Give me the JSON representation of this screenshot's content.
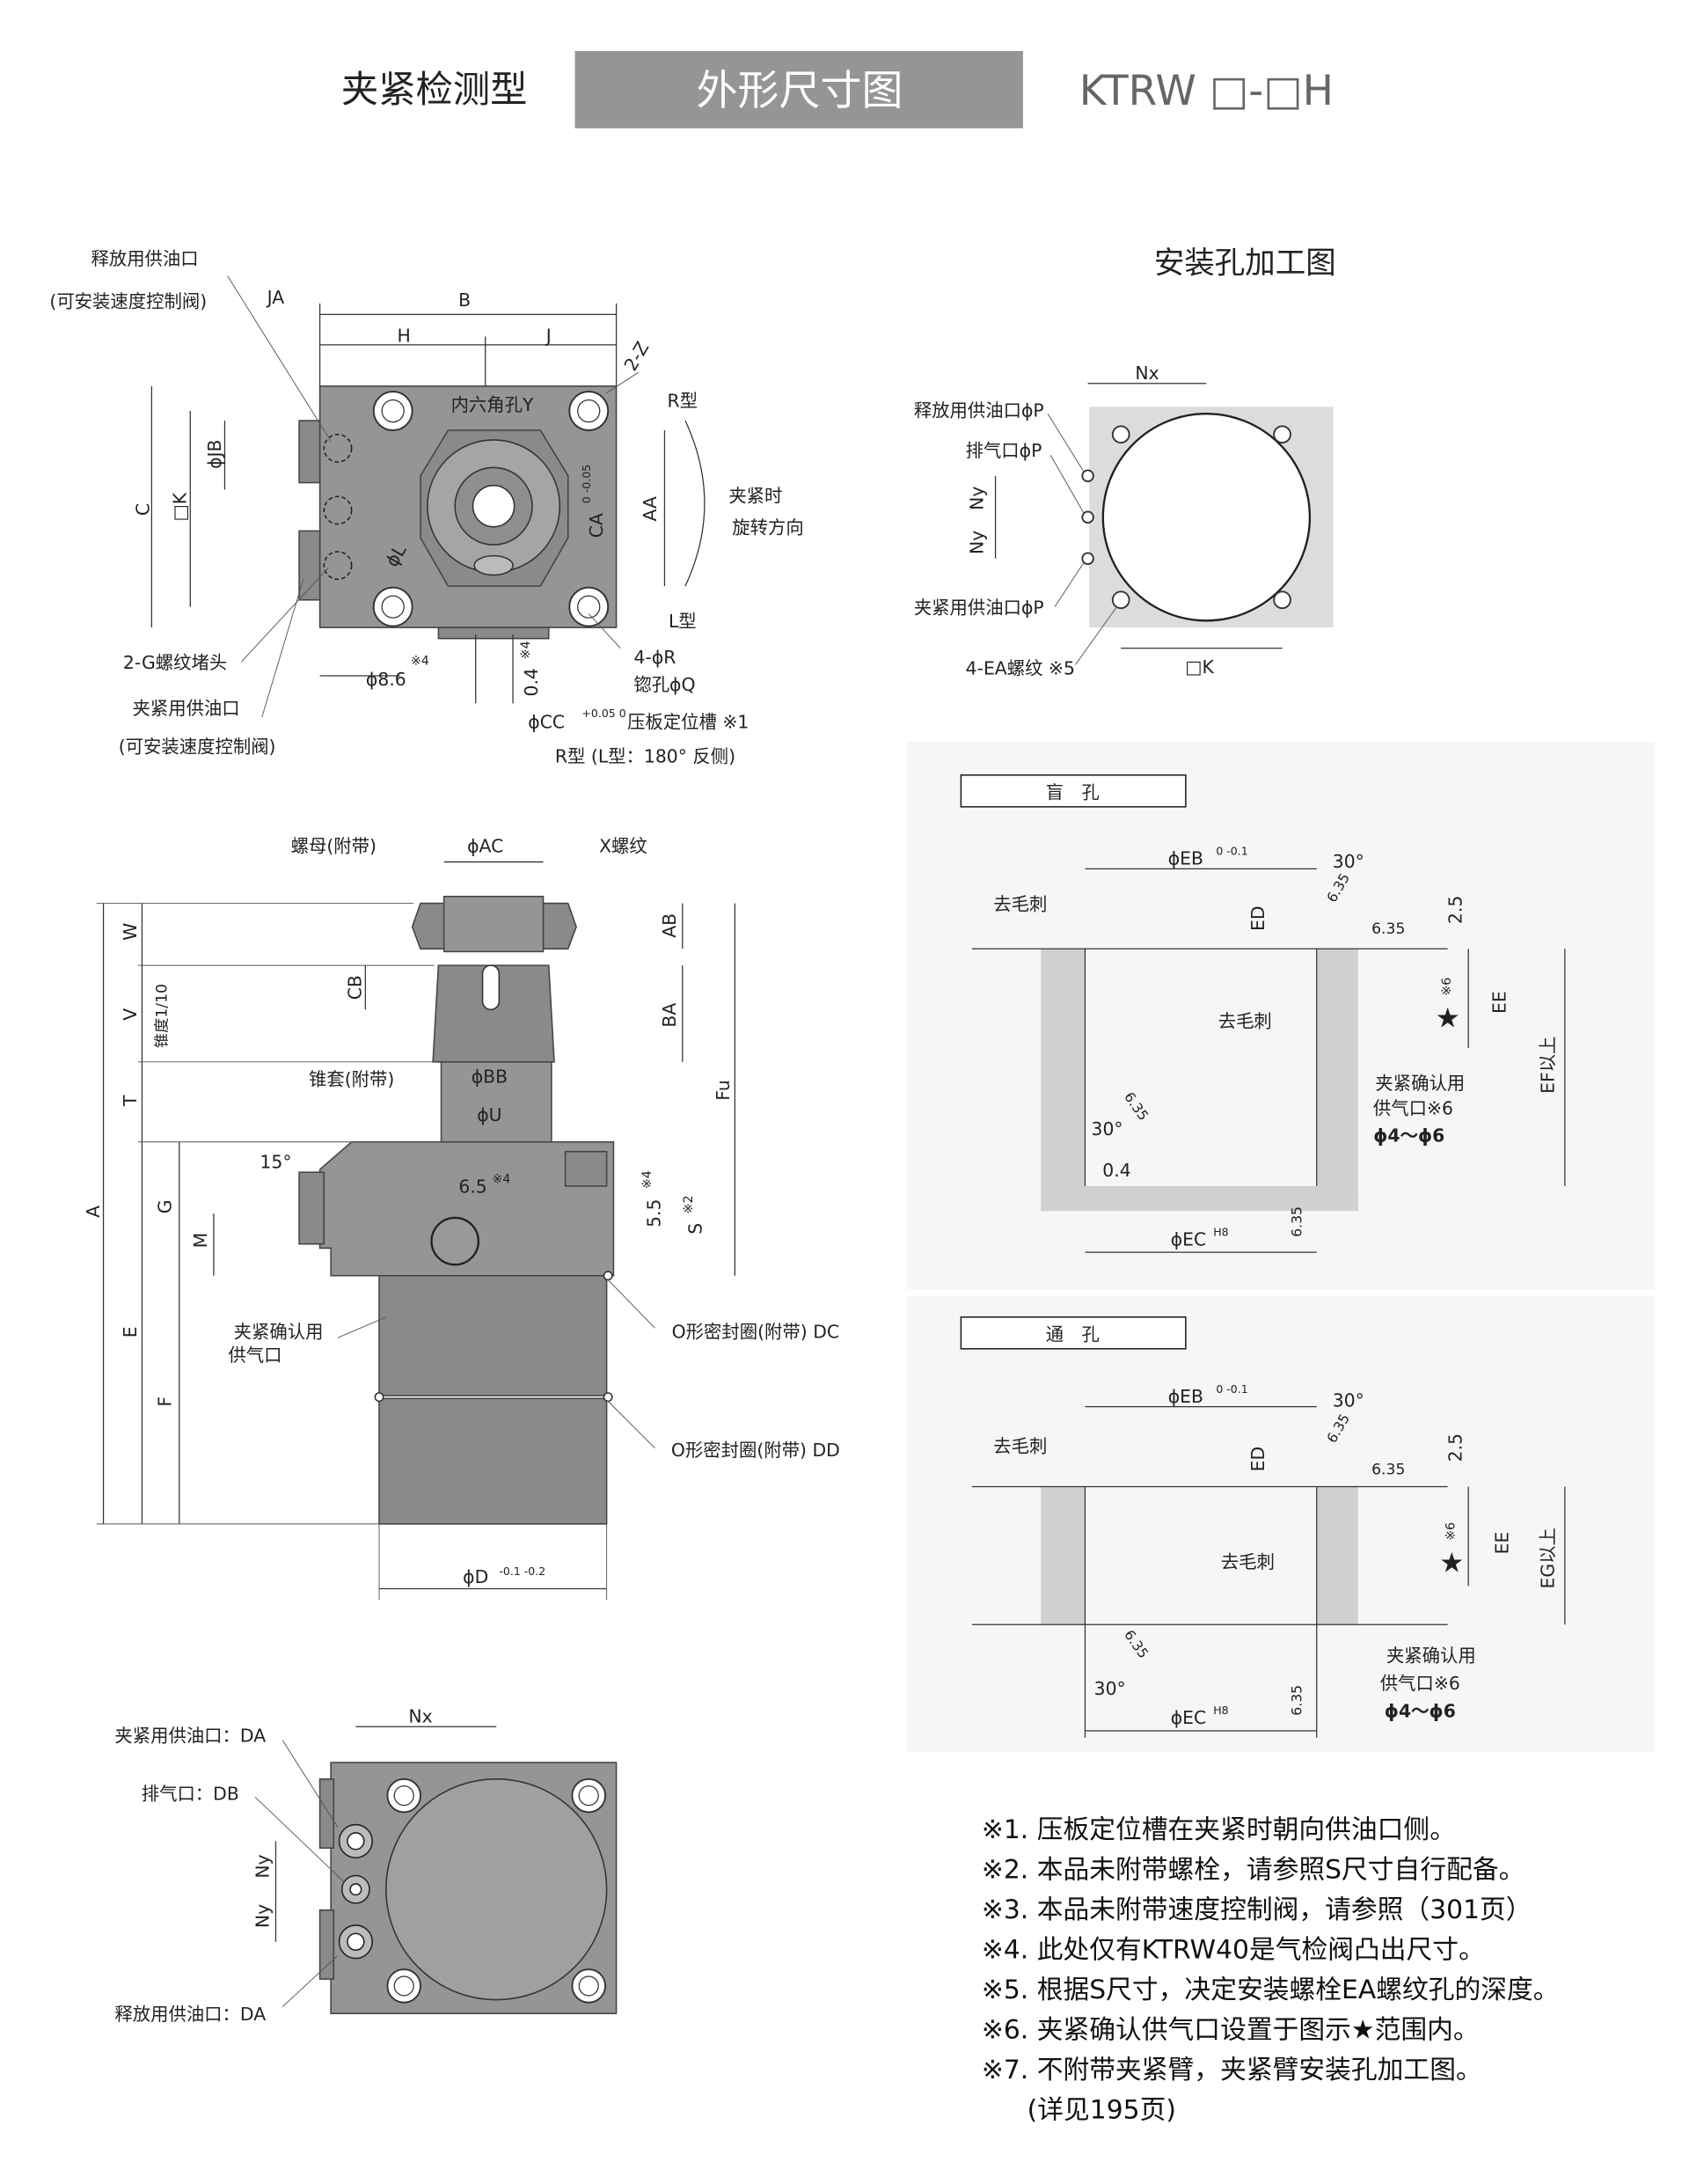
{
  "header": {
    "category": "夹紧检测型",
    "title": "外形尺寸图",
    "model": "KTRW □-□H"
  },
  "top_view": {
    "release_port": "释放用供油口",
    "release_port_note": "(可安装速度控制阀)",
    "JA": "JA",
    "B": "B",
    "H": "H",
    "J": "J",
    "Z": "2-Z",
    "hex_socket": "内六角孔Y",
    "r_type": "R型",
    "l_type": "L型",
    "rotation_1": "夹紧时",
    "rotation_2": "旋转方向",
    "C": "C",
    "K": "□K",
    "JB": "ϕJB",
    "AA": "AA",
    "CA": "CA",
    "CA_tol": "0 -0.05",
    "L": "ϕL",
    "plug": "2-G螺纹堵头",
    "clamp_port": "夹紧用供油口",
    "clamp_port_note": "(可安装速度控制阀)",
    "d86": "ϕ8.6",
    "d86_note": "※4",
    "d04": "0.4",
    "d04_note": "※4",
    "R": "4-ϕR",
    "Q": "锪孔ϕQ",
    "CC": "ϕCC",
    "CC_tol": "+0.05 0",
    "CC_desc": "压板定位槽 ※1",
    "CC_side": "R型 (L型：180° 反侧)"
  },
  "side_view": {
    "nut": "螺母(附带)",
    "AC": "ϕAC",
    "X": "X螺纹",
    "W": "W",
    "V": "V",
    "taper": "锥度1/10",
    "T": "T",
    "A": "A",
    "G": "G",
    "M": "M",
    "E": "E",
    "F": "F",
    "AB": "AB",
    "CB": "CB",
    "BA": "BA",
    "sleeve": "锥套(附带)",
    "BB": "ϕBB",
    "U": "ϕU",
    "Fu": "Fu",
    "angle": "15°",
    "d65": "6.5",
    "d65_note": "※4",
    "d55": "5.5",
    "d55_note": "※4",
    "S": "S",
    "S_note": "※2",
    "air_1": "夹紧确认用",
    "air_2": "供气口",
    "oring_dc": "O形密封圈(附带) DC",
    "oring_dd": "O形密封圈(附带) DD",
    "D": "ϕD",
    "D_tol": "-0.1 -0.2"
  },
  "bottom_view": {
    "clamp_port": "夹紧用供油口：DA",
    "vent": "排气口：DB",
    "release_port": "释放用供油口：DA",
    "Nx": "Nx",
    "Ny1": "Ny",
    "Ny2": "Ny"
  },
  "mount": {
    "title": "安装孔加工图",
    "Nx": "Nx",
    "release": "释放用供油口ϕP",
    "vent": "排气口ϕP",
    "clamp": "夹紧用供油口ϕP",
    "Ny1": "Ny",
    "Ny2": "Ny",
    "EA": "4-EA螺纹 ※5",
    "K": "□K"
  },
  "blind": {
    "title": "盲　孔",
    "EB": "ϕEB",
    "EB_tol": "0 -0.1",
    "a30": "30°",
    "deburr1": "去毛刺",
    "ED": "ED",
    "r635a": "6.35",
    "d25": "2.5",
    "star": "★",
    "star_note": "※6",
    "EE": "EE",
    "EF": "EF以上",
    "deburr2": "去毛刺",
    "air_1": "夹紧确认用",
    "air_2": "供气口※6",
    "air_3": "ϕ4～ϕ6",
    "b635": "6.35",
    "b30": "30°",
    "d04": "0.4",
    "EC": "ϕEC",
    "EC_tol": "H8",
    "c635": "6.35",
    "s635": "6.35"
  },
  "through": {
    "title": "通　孔",
    "EB": "ϕEB",
    "EB_tol": "0 -0.1",
    "a30": "30°",
    "deburr1": "去毛刺",
    "ED": "ED",
    "r635a": "6.35",
    "d25": "2.5",
    "star": "★",
    "star_note": "※6",
    "EE": "EE",
    "EG": "EG以上",
    "deburr2": "去毛刺",
    "air_1": "夹紧确认用",
    "air_2": "供气口※6",
    "air_3": "ϕ4～ϕ6",
    "b635": "6.35",
    "b30": "30°",
    "EC": "ϕEC",
    "EC_tol": "H8",
    "c635": "6.35",
    "s635": "6.35"
  },
  "notes": [
    "※1. 压板定位槽在夹紧时朝向供油口侧。",
    "※2. 本品未附带螺栓，请参照S尺寸自行配备。",
    "※3. 本品未附带速度控制阀，请参照（301页）",
    "※4. 此处仅有KTRW40是气检阀凸出尺寸。",
    "※5. 根据S尺寸，决定安装螺栓EA螺纹孔的深度。",
    "※6. 夹紧确认供气口设置于图示★范围内。",
    "※7. 不附带夹紧臂，夹紧臂安装孔加工图。",
    "(详见195页)"
  ],
  "colors": {
    "header_box": "#959595",
    "body": "#959595",
    "panel": "#f6f6f6",
    "gray_block": "#d0d0d0"
  }
}
